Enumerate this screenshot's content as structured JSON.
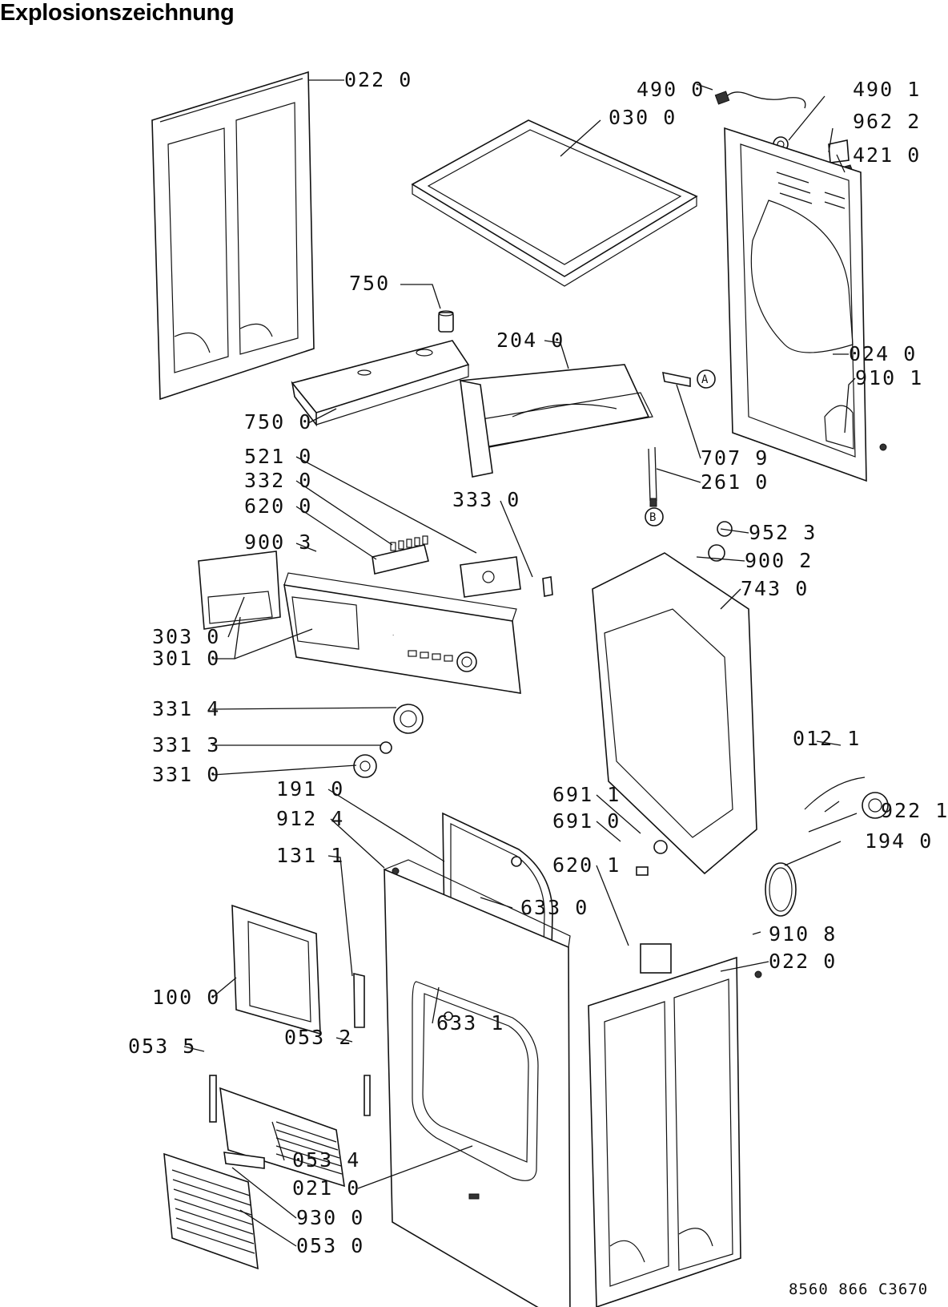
{
  "title": "Explosionszeichnung",
  "document_number": "8560 866 C3670",
  "callouts": [
    {
      "id": "a",
      "text": "022 0"
    },
    {
      "id": "b",
      "text": "490 0"
    },
    {
      "id": "c",
      "text": "490 1"
    },
    {
      "id": "d",
      "text": "030 0"
    },
    {
      "id": "e",
      "text": "962 2"
    },
    {
      "id": "f",
      "text": "421 0"
    },
    {
      "id": "g",
      "text": "750"
    },
    {
      "id": "h",
      "text": "204 0"
    },
    {
      "id": "i",
      "text": "024 0"
    },
    {
      "id": "j",
      "text": "910 1"
    },
    {
      "id": "k",
      "text": "750 0"
    },
    {
      "id": "l",
      "text": "707 9"
    },
    {
      "id": "m",
      "text": "261 0"
    },
    {
      "id": "n",
      "text": "521 0"
    },
    {
      "id": "o",
      "text": "332 0"
    },
    {
      "id": "p",
      "text": "333 0"
    },
    {
      "id": "q",
      "text": "620 0"
    },
    {
      "id": "r",
      "text": "952 3"
    },
    {
      "id": "s",
      "text": "900 3"
    },
    {
      "id": "t",
      "text": "900 2"
    },
    {
      "id": "u",
      "text": "743 0"
    },
    {
      "id": "v",
      "text": "303 0"
    },
    {
      "id": "w",
      "text": "301 0"
    },
    {
      "id": "x",
      "text": "331 4"
    },
    {
      "id": "y",
      "text": "012 1"
    },
    {
      "id": "z",
      "text": "331 3"
    },
    {
      "id": "aa",
      "text": "331 0"
    },
    {
      "id": "ab",
      "text": "922 1"
    },
    {
      "id": "ac",
      "text": "191 0"
    },
    {
      "id": "ad",
      "text": "691 1"
    },
    {
      "id": "ae",
      "text": "912 4"
    },
    {
      "id": "af",
      "text": "691 0"
    },
    {
      "id": "ag",
      "text": "194 0"
    },
    {
      "id": "ah",
      "text": "131 1"
    },
    {
      "id": "ai",
      "text": "620 1"
    },
    {
      "id": "aj",
      "text": "633 0"
    },
    {
      "id": "ak",
      "text": "910 8"
    },
    {
      "id": "al",
      "text": "022 0"
    },
    {
      "id": "am",
      "text": "100 0"
    },
    {
      "id": "an",
      "text": "053 5"
    },
    {
      "id": "ao",
      "text": "053 2"
    },
    {
      "id": "ap",
      "text": "633 1"
    },
    {
      "id": "aq",
      "text": "053 4"
    },
    {
      "id": "ar",
      "text": "021 0"
    },
    {
      "id": "as",
      "text": "930 0"
    },
    {
      "id": "at",
      "text": "053 0"
    }
  ],
  "markers": [
    {
      "id": "A",
      "text": "A"
    },
    {
      "id": "B",
      "text": "B"
    }
  ]
}
